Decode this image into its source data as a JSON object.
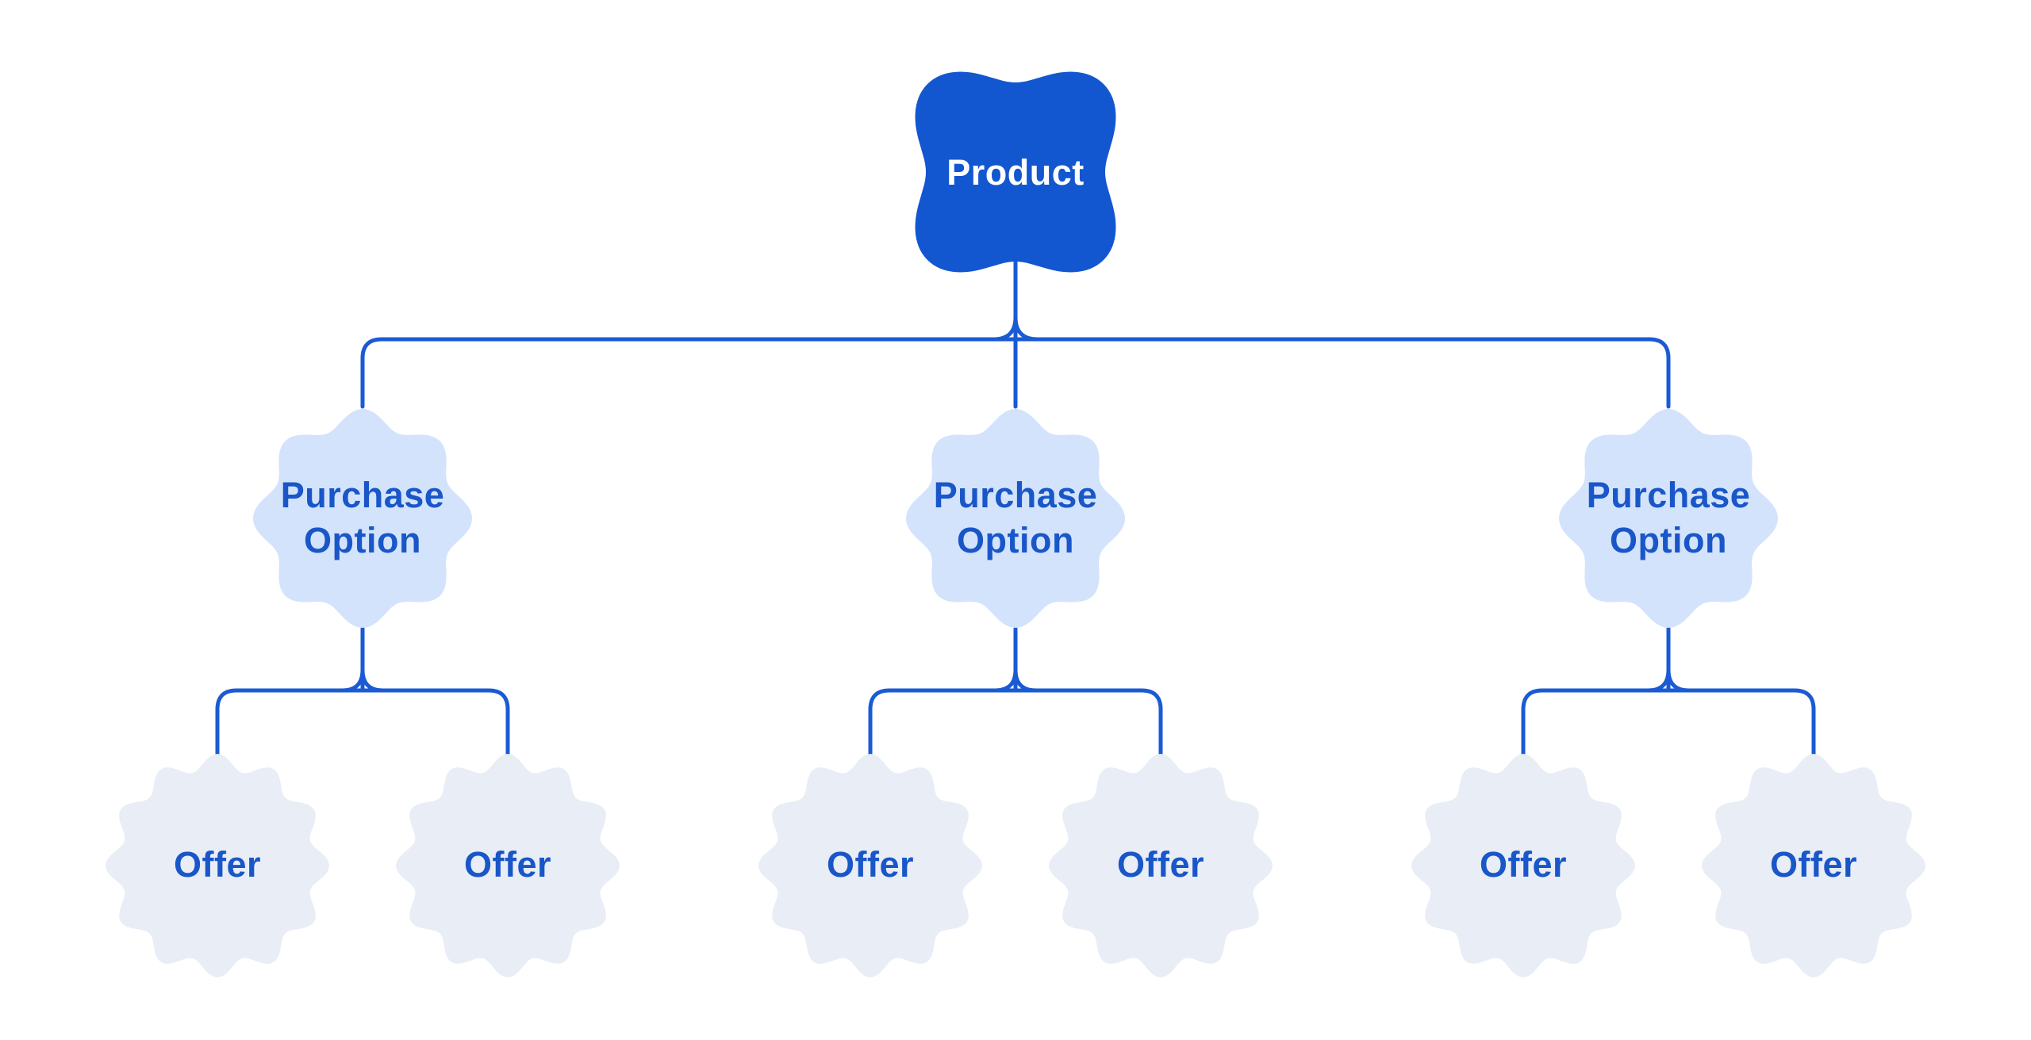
{
  "diagram": {
    "root": {
      "label": "Product"
    },
    "purchase_options": [
      {
        "label": "Purchase Option",
        "offers": [
          {
            "label": "Offer"
          },
          {
            "label": "Offer"
          }
        ]
      },
      {
        "label": "Purchase Option",
        "offers": [
          {
            "label": "Offer"
          },
          {
            "label": "Offer"
          }
        ]
      },
      {
        "label": "Purchase Option",
        "offers": [
          {
            "label": "Offer"
          },
          {
            "label": "Offer"
          }
        ]
      }
    ]
  },
  "colors": {
    "background": "#ffffff",
    "product_fill": "#1257d0",
    "product_text": "#ffffff",
    "connector": "#1a5bd4",
    "purchase_fill": "#d3e3fc",
    "offer_fill": "#e8edf6",
    "node_text": "#1956c8"
  }
}
